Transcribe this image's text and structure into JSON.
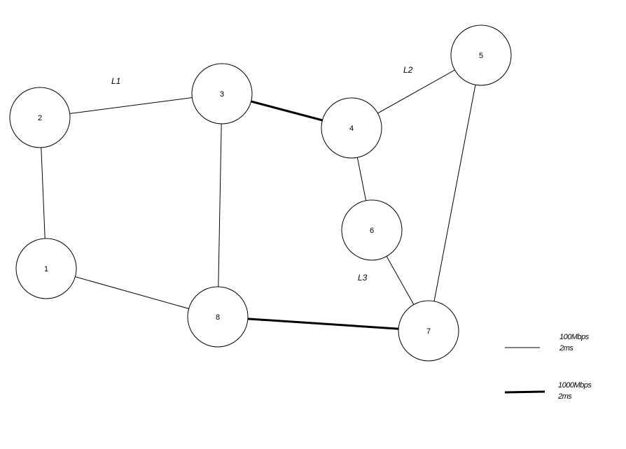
{
  "diagram": {
    "nodes": [
      {
        "id": "1",
        "label": "1"
      },
      {
        "id": "2",
        "label": "2"
      },
      {
        "id": "3",
        "label": "3"
      },
      {
        "id": "4",
        "label": "4"
      },
      {
        "id": "5",
        "label": "5"
      },
      {
        "id": "6",
        "label": "6"
      },
      {
        "id": "7",
        "label": "7"
      },
      {
        "id": "8",
        "label": "8"
      }
    ],
    "edges": [
      {
        "from": "2",
        "to": "3",
        "type": "100Mbps"
      },
      {
        "from": "3",
        "to": "4",
        "type": "1000Mbps"
      },
      {
        "from": "4",
        "to": "5",
        "type": "100Mbps"
      },
      {
        "from": "4",
        "to": "6",
        "type": "100Mbps"
      },
      {
        "from": "6",
        "to": "7",
        "type": "100Mbps"
      },
      {
        "from": "5",
        "to": "7",
        "type": "100Mbps"
      },
      {
        "from": "3",
        "to": "8",
        "type": "100Mbps"
      },
      {
        "from": "2",
        "to": "1",
        "type": "100Mbps"
      },
      {
        "from": "1",
        "to": "8",
        "type": "100Mbps"
      },
      {
        "from": "8",
        "to": "7",
        "type": "1000Mbps"
      }
    ],
    "link_labels": [
      "L1",
      "L2",
      "L3"
    ]
  },
  "legend": {
    "thin": {
      "bandwidth": "100Mbps",
      "delay": "2ms"
    },
    "thick": {
      "bandwidth": "1000Mbps",
      "delay": "2ms"
    }
  }
}
